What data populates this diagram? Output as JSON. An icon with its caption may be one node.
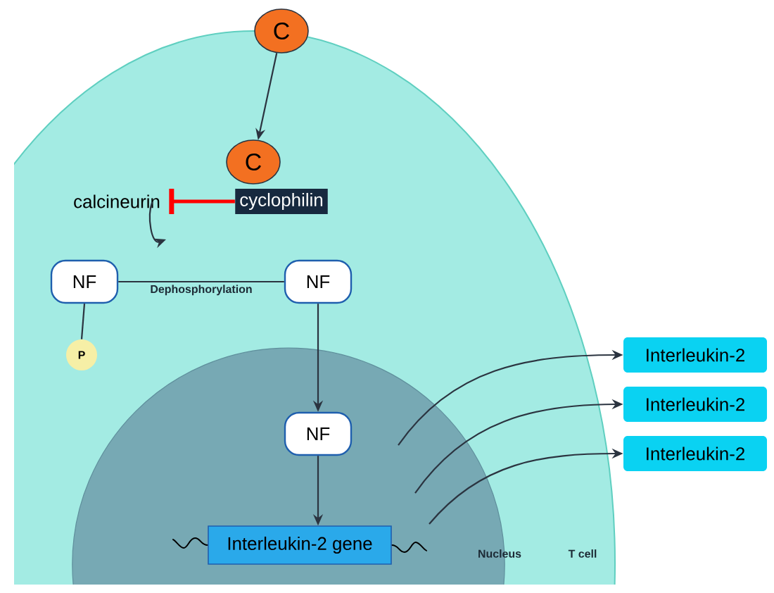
{
  "diagram": {
    "nodes": [
      {
        "text": [
          "T cell"
        ]
      },
      {
        "text": [
          "Nucleus"
        ],
        "in": 0
      },
      {
        "text": [
          "C"
        ]
      },
      {
        "text": [
          "C"
        ],
        "in": 0
      },
      {
        "text": [
          "cyclophilin"
        ],
        "in": 0
      },
      {
        "text": [
          "calcineurin"
        ],
        "in": 0
      },
      {
        "text": [
          "NF"
        ],
        "in": 0
      },
      {
        "text": [
          "P"
        ],
        "in": 0
      },
      {
        "text": [
          "NF"
        ],
        "in": 0
      },
      {
        "text": [
          "NF"
        ],
        "in": 1
      },
      {
        "text": [
          "Interleukin-2 gene"
        ],
        "in": 1
      },
      {
        "text": [
          "Interleukin-2"
        ]
      },
      {
        "text": [
          "Interleukin-2"
        ]
      },
      {
        "text": [
          "Interleukin-2"
        ]
      }
    ],
    "edges": [
      {
        "from": 2,
        "to": 3,
        "arrow": "to"
      },
      {
        "from": 4,
        "to": 5,
        "arrow": "other",
        "style": "thick",
        "color": "#ff0000"
      },
      {
        "from": 5,
        "to": null,
        "arrow": "to"
      },
      {
        "from": 6,
        "to": 8,
        "arrow": "none",
        "label": "Dephosphorylation"
      },
      {
        "from": 6,
        "to": 7,
        "arrow": "none"
      },
      {
        "from": 8,
        "to": 9,
        "arrow": "to"
      },
      {
        "from": 9,
        "to": 10,
        "arrow": "to"
      },
      {
        "from": null,
        "to": 11,
        "arrow": "to"
      },
      {
        "from": null,
        "to": 12,
        "arrow": "to"
      },
      {
        "from": null,
        "to": 13,
        "arrow": "to"
      }
    ]
  }
}
